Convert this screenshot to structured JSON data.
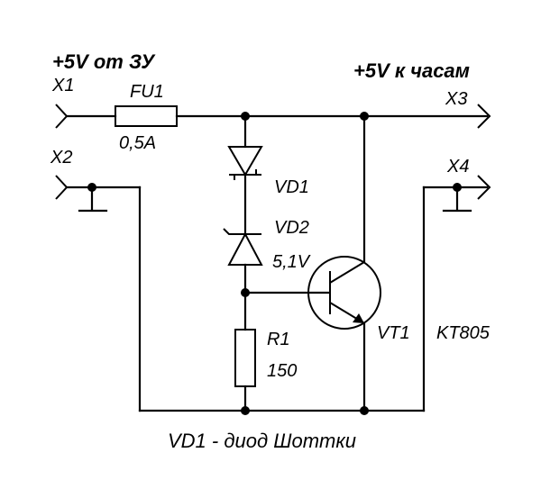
{
  "labels": {
    "input_supply": "+5V от ЗУ",
    "output_supply": "+5V к часам",
    "x1": "X1",
    "x2": "X2",
    "x3": "X3",
    "x4": "X4",
    "fuse_name": "FU1",
    "fuse_value": "0,5A",
    "vd1": "VD1",
    "vd2": "VD2",
    "vd2_value": "5,1V",
    "r1": "R1",
    "r1_value": "150",
    "vt1": "VT1",
    "vt1_type": "KT805",
    "footnote": "VD1 - диод Шоттки"
  }
}
